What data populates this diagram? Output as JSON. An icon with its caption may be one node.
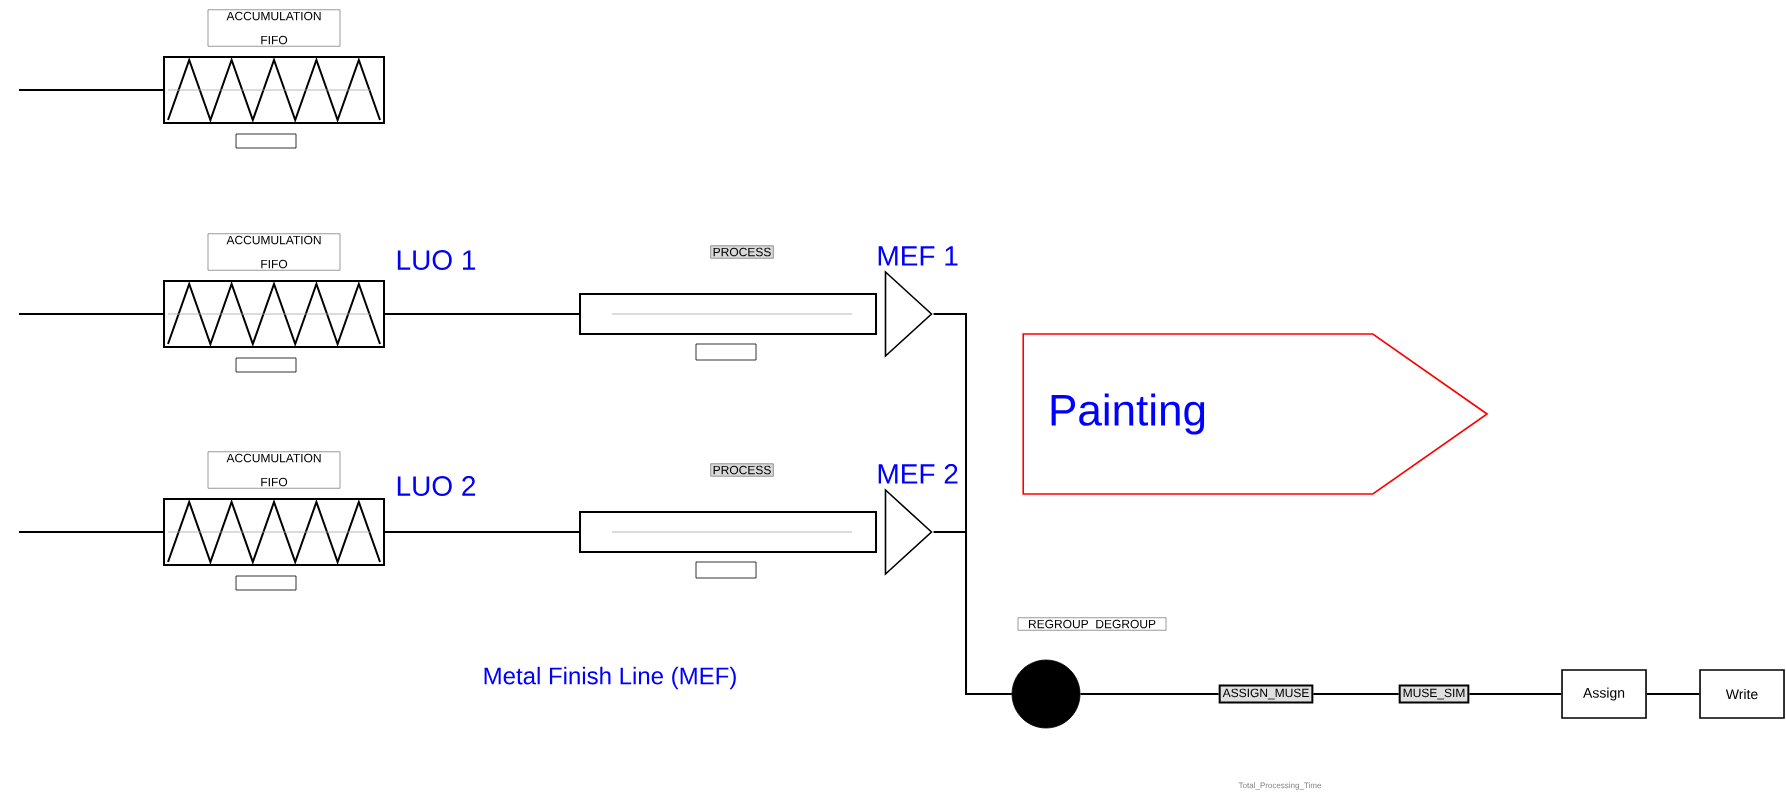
{
  "diagram": {
    "nodes": [
      {
        "text": [
          "ACCUMULATION FIFO"
        ]
      },
      {
        "text": [
          "ACCUMULATION FIFO"
        ]
      },
      {
        "text": [
          "ACCUMULATION FIFO"
        ]
      },
      {
        "text": [
          "PROCESS"
        ]
      },
      {
        "text": [],
        "shape": "triangle",
        "beside": [
          "MEF 1"
        ]
      },
      {
        "text": [
          "PROCESS"
        ]
      },
      {
        "text": [],
        "shape": "triangle",
        "beside": [
          "MEF 2"
        ]
      },
      {
        "text": [
          "REGROUP DEGROUP"
        ]
      },
      {
        "text": [
          "ASSIGN_MUSE"
        ]
      },
      {
        "text": [
          "MUSE_SIM"
        ]
      },
      {
        "text": [
          "Assign"
        ]
      },
      {
        "text": [
          "Write"
        ]
      },
      {
        "text": [
          "Painting"
        ]
      }
    ],
    "edges": [
      {
        "from": null,
        "to": 0,
        "arrow": "none"
      },
      {
        "from": null,
        "to": 1,
        "arrow": "none"
      },
      {
        "from": null,
        "to": 2,
        "arrow": "none"
      },
      {
        "from": 1,
        "to": 3,
        "arrow": "none"
      },
      {
        "from": 2,
        "to": 5,
        "arrow": "none"
      },
      {
        "from": 4,
        "to": 7,
        "arrow": "none"
      },
      {
        "from": 6,
        "to": 7,
        "arrow": "none"
      },
      {
        "from": 7,
        "to": 8,
        "arrow": "none"
      },
      {
        "from": 8,
        "to": 9,
        "arrow": "none"
      },
      {
        "from": 9,
        "to": 10,
        "arrow": "none"
      },
      {
        "from": 10,
        "to": 11,
        "arrow": "none"
      }
    ],
    "labels": [
      "LUO 1",
      "LUO 2",
      "Metal Finish Line (MEF)",
      "Total_Processing_Time"
    ]
  }
}
